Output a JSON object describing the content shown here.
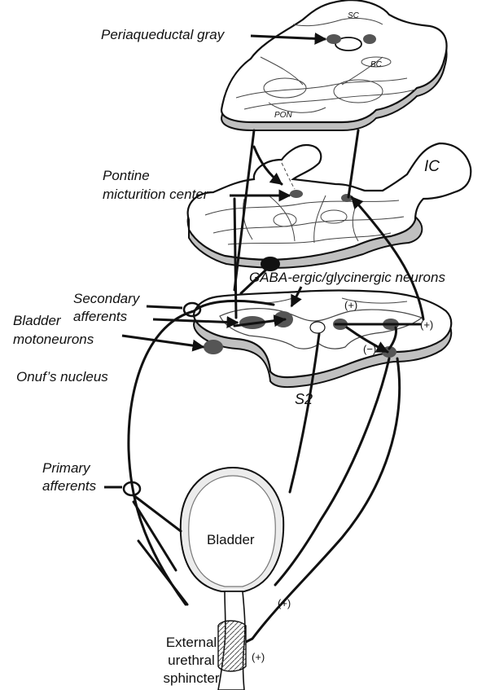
{
  "labels": {
    "periaqueductal_gray": "Periaqueductal gray",
    "sc": "SC",
    "bc": "BC",
    "pon": "PON",
    "pontine_line1": "Pontine",
    "pontine_line2": "micturition center",
    "ic": "IC",
    "secondary_line1": "Secondary",
    "secondary_line2": "afferents",
    "gaba": "GABA-ergic/glycinergic neurons",
    "bladder_moto_line1": "Bladder",
    "bladder_moto_line2": "motoneurons",
    "onuf": "Onuf’s nucleus",
    "s2": "S2",
    "primary_line1": "Primary",
    "primary_line2": "afferents",
    "bladder": "Bladder",
    "sphincter_line1": "External",
    "sphincter_line2": "urethral",
    "sphincter_line3": "sphincter"
  },
  "signs": {
    "plus_spinal": "(+)",
    "plus_right": "(+)",
    "minus": "(−)",
    "plus_bladder": "(+)",
    "plus_sphincter": "(+)"
  },
  "colors": {
    "ink": "#111111",
    "nucleus": "#555555",
    "slab_side": "#bdbdbd",
    "paper": "#ffffff"
  }
}
